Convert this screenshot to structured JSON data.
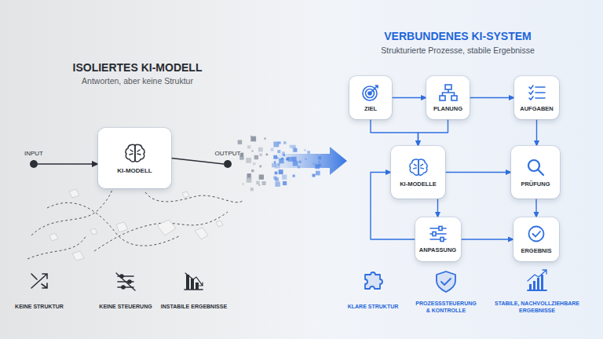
{
  "diagram": {
    "nodes": [
      {
        "text": [
          "INPUT"
        ]
      },
      {
        "text": [
          "KI-MODELL"
        ]
      },
      {
        "text": [
          "OUTPUT"
        ]
      },
      {
        "text": [
          "ZIEL"
        ]
      },
      {
        "text": [
          "PLANUNG"
        ]
      },
      {
        "text": [
          "AUFGABEN"
        ]
      },
      {
        "text": [
          "KI-MODELLE"
        ]
      },
      {
        "text": [
          "PRÜFUNG"
        ]
      },
      {
        "text": [
          "ANPASSUNG"
        ]
      },
      {
        "text": [
          "ERGEBNIS"
        ]
      }
    ],
    "edges": [
      {
        "from": 0,
        "to": 1,
        "arrow": "to"
      },
      {
        "from": 1,
        "to": 2,
        "arrow": "none"
      },
      {
        "from": 3,
        "to": 4,
        "arrow": "to"
      },
      {
        "from": 4,
        "to": 5,
        "arrow": "to"
      },
      {
        "from": 5,
        "to": 7,
        "arrow": "to"
      },
      {
        "from": 3,
        "to": 6,
        "arrow": "to"
      },
      {
        "from": 4,
        "to": 6,
        "arrow": "to"
      },
      {
        "from": 6,
        "to": 7,
        "arrow": "to"
      },
      {
        "from": 7,
        "to": 9,
        "arrow": "to"
      },
      {
        "from": 6,
        "to": 8,
        "arrow": "to"
      },
      {
        "from": 8,
        "to": 6,
        "arrow": "to"
      },
      {
        "from": 8,
        "to": 9,
        "arrow": "to"
      }
    ],
    "labels": [
      "ISOLIERTES KI-MODELL",
      "Antworten, aber keine Struktur",
      "VERBUNDENES KI-SYSTEM",
      "Strukturierte Prozesse, stabile Ergebnisse",
      "KEINE STRUKTUR",
      "KEINE STEUERUNG",
      "INSTABILE ERGEBNISSE",
      "KLARE STRUKTUR",
      "PROZESSSTEUERUNG & KONTROLLE",
      "STABILE, NACHVOLLZIEHBARE ERGEBNISSE"
    ]
  }
}
